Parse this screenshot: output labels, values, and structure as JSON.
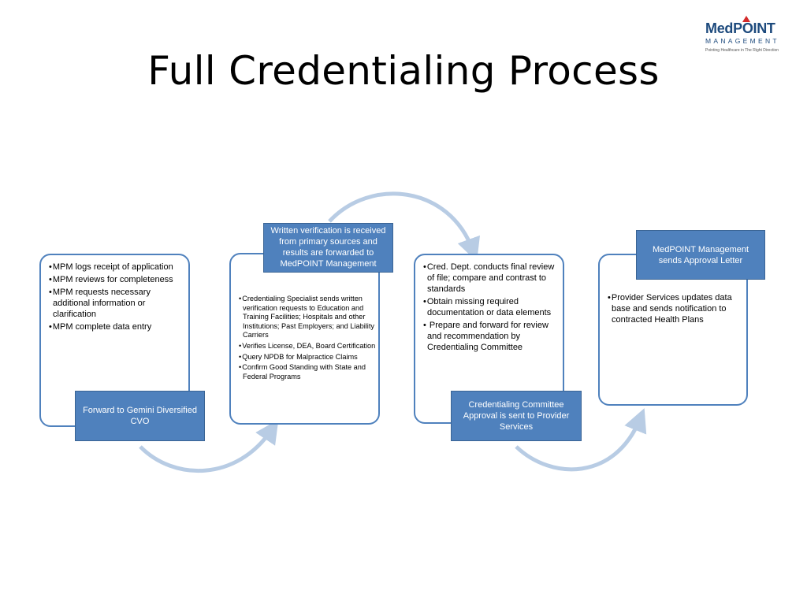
{
  "title": "Full Credentialing Process",
  "logo": {
    "brand_med": "Med",
    "brand_point": "POINT",
    "management": "MANAGEMENT",
    "tagline": "Pointing Healthcare in The Right Direction"
  },
  "colors": {
    "accent": "#4f81bd",
    "arrow": "#b8cce4",
    "logo_blue": "#1d4a7d",
    "logo_red": "#d42b2b"
  },
  "steps": [
    {
      "bullets": [
        "MPM logs receipt of application",
        "MPM reviews for completeness",
        "MPM requests necessary additional information or clarification",
        "MPM complete data entry"
      ],
      "label": "Forward to Gemini Diversified CVO"
    },
    {
      "label": "Written verification is received from primary sources and results are forwarded to MedPOINT Management",
      "bullets": [
        "Credentialing Specialist sends written verification requests to Education and Training Facilities; Hospitals and other Institutions; Past Employers;  and Liability Carriers",
        "Verifies License, DEA, Board Certification",
        "Query NPDB for Malpractice Claims",
        "Confirm Good Standing with State and Federal Programs"
      ]
    },
    {
      "bullets": [
        "Cred. Dept. conducts final review of file; compare and contrast to standards",
        "Obtain missing required documentation or data elements",
        " Prepare and forward for review and recommendation by Credentialing Committee"
      ],
      "label": "Credentialing Committee Approval is sent to Provider Services"
    },
    {
      "label": "MedPOINT Management sends Approval Letter",
      "bullets": [
        "Provider Services updates data base and sends notification to contracted Health Plans"
      ]
    }
  ]
}
